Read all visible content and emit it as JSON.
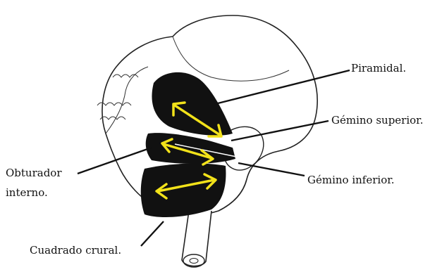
{
  "labels": {
    "piramidal": "Piramidal.",
    "gemino_superior": "Gémino superior.",
    "gemino_inferior": "Gémino inferior.",
    "obturador_line1": "Obturador",
    "obturador_line2": "interno.",
    "cuadrado_crural": "Cuadrado crural."
  },
  "colors": {
    "muscle": "#111111",
    "arrow": "#f2e21a",
    "outline": "#222222",
    "background": "#ffffff"
  }
}
